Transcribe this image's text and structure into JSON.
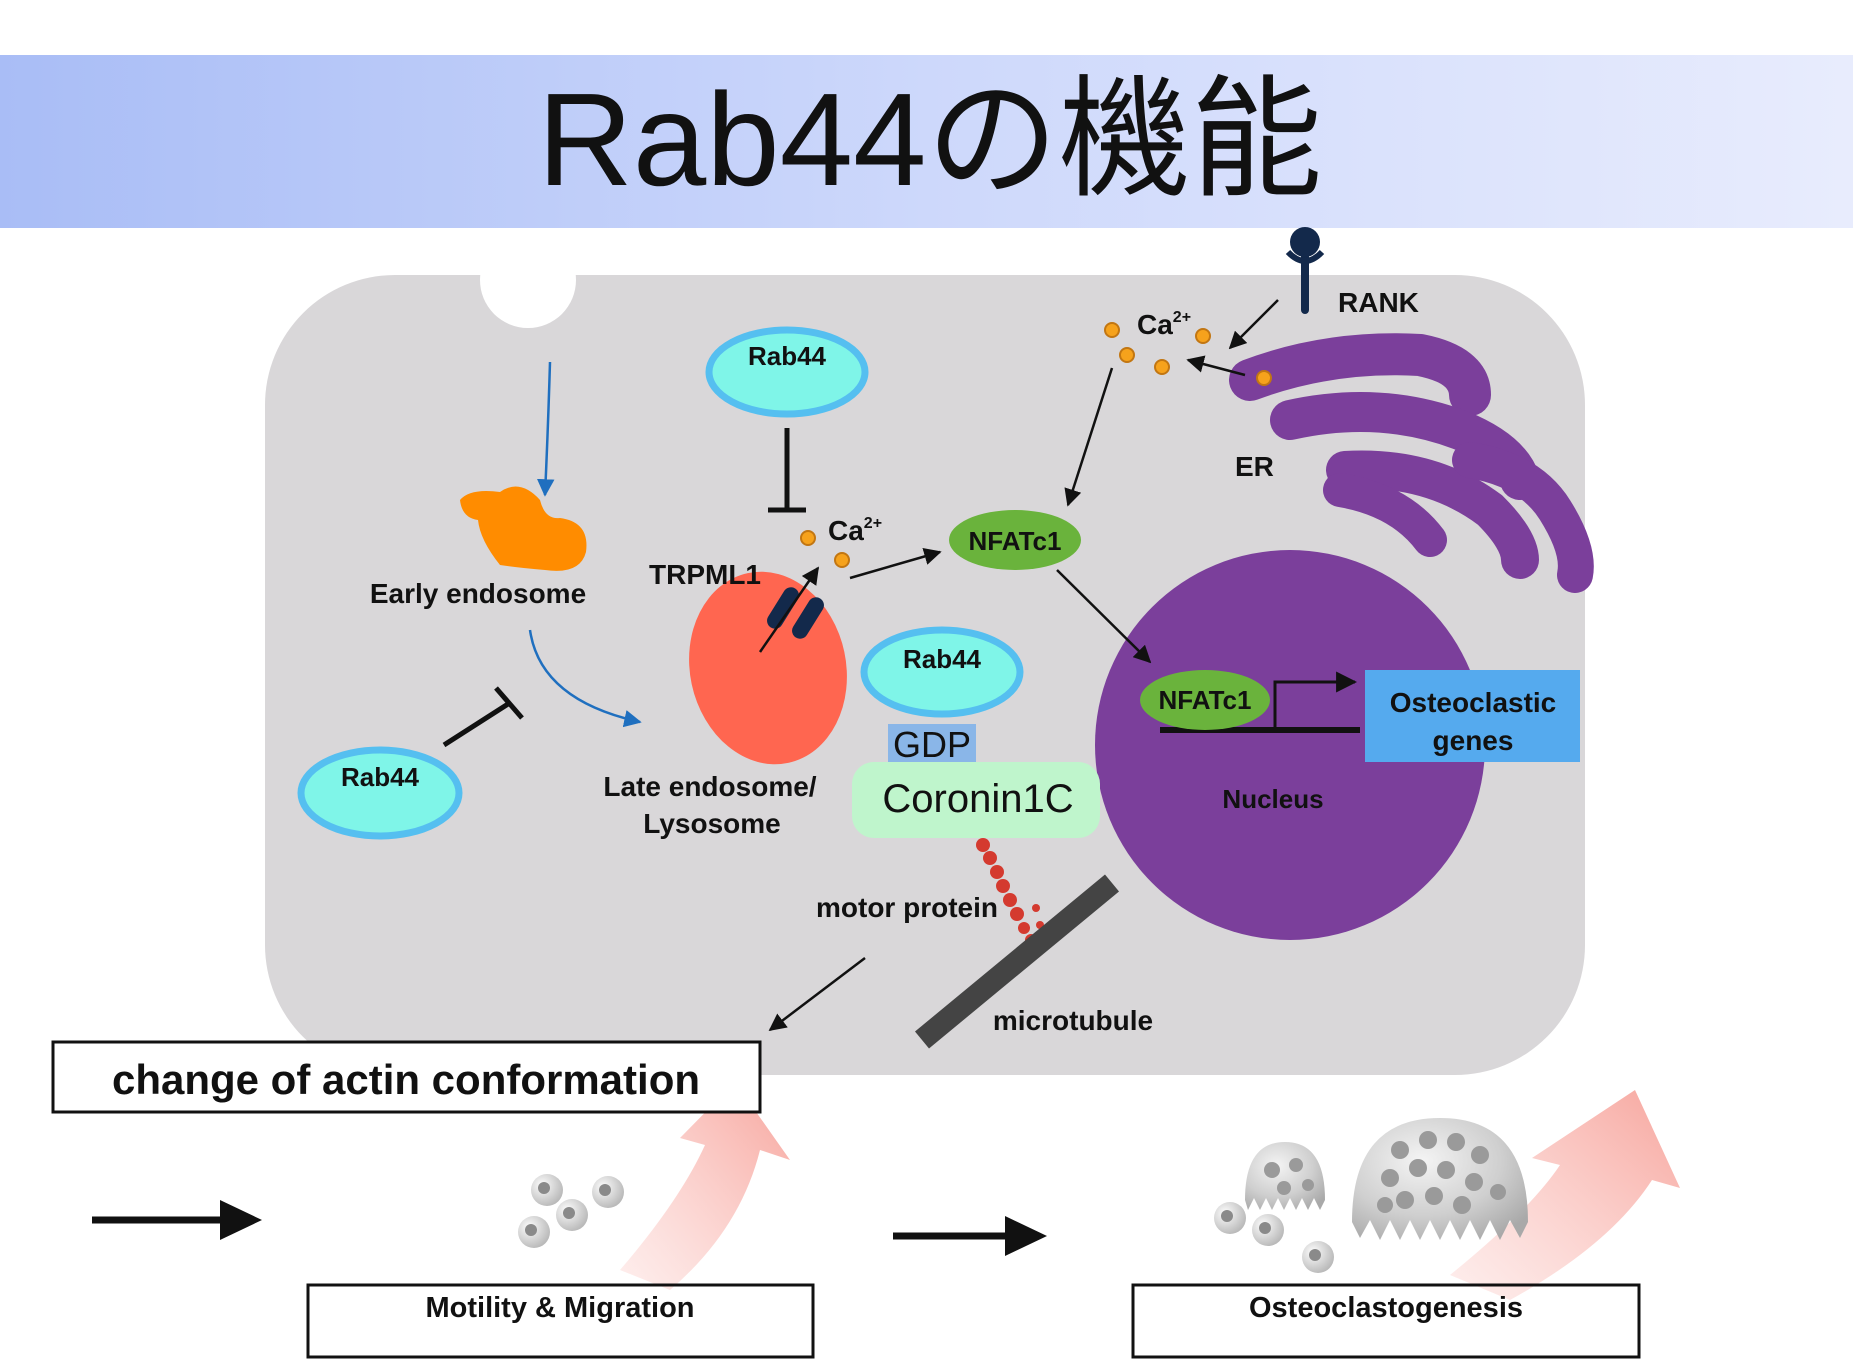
{
  "title": "Rab44の機能",
  "labels": {
    "rab44_top": "Rab44",
    "rab44_left": "Rab44",
    "rab44_mid": "Rab44",
    "early_endosome": "Early endosome",
    "trpml1": "TRPML1",
    "late_endosome_line1": "Late endosome/",
    "late_endosome_line2": "Lysosome",
    "ca_top_base": "Ca",
    "ca_top_sup": "2+",
    "ca_mid_base": "Ca",
    "ca_mid_sup": "2+",
    "nfatc1_cyto": "NFATc1",
    "nfatc1_nuc": "NFATc1",
    "gdp": "GDP",
    "coronin": "Coronin1C",
    "motor_protein": "motor protein",
    "microtubule": "microtubule",
    "rank": "RANK",
    "er": "ER",
    "nucleus": "Nucleus",
    "genes_line1": "Osteoclastic",
    "genes_line2": "genes",
    "actin_box": "change of actin conformation",
    "motility_box": "Motility & Migration",
    "osteo_box": "Osteoclastogenesis"
  },
  "colors": {
    "cell": "#d9d7d9",
    "rab44_fill": "#7ff5e8",
    "rab44_stroke": "#55bff0",
    "nfatc1": "#6ab33c",
    "nucleus": "#7b3f9b",
    "er": "#7b3f9b",
    "lysosome": "#ff6650",
    "early_endosome": "#ff8c00",
    "genes_box": "#55aaee",
    "coronin": "#bff5cc",
    "gdp": "#8ab6e8",
    "calcium": "#f6a21c",
    "motor": "#d43a2f",
    "pink_arrow": "#f7b6b0"
  }
}
